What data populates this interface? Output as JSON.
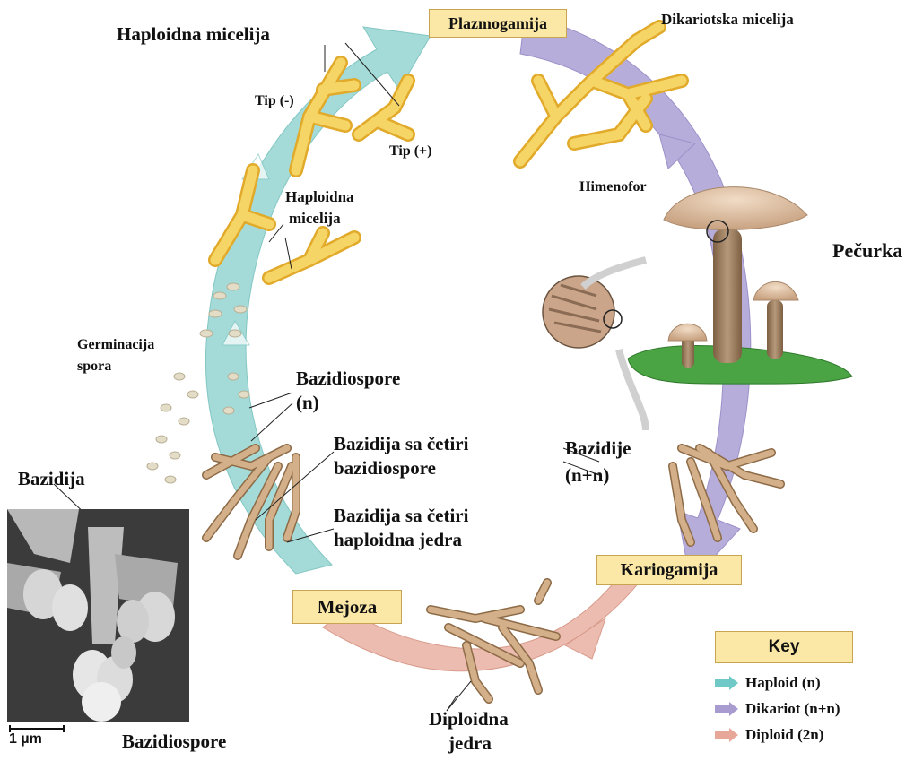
{
  "stages": {
    "plazmogamija": "Plazmogamija",
    "kariogamija": "Kariogamija",
    "mejoza": "Mejoza"
  },
  "labels": {
    "haploidna_micelija_top": "Haploidna micelija",
    "tip_minus": "Tip (-)",
    "tip_plus": "Tip (+)",
    "haploidna_mid_1": "Haploidna",
    "haploidna_mid_2": "micelija",
    "dikariotska_micelija": "Dikariotska micelija",
    "himenofor": "Himenofor",
    "pecurka": "Pečurka",
    "germinacija_1": "Germinacija",
    "germinacija_2": "spora",
    "bazidiospore_n_1": "Bazidiospore",
    "bazidiospore_n_2": "(n)",
    "bazidija_cetiri_spore_1": "Bazidija sa četiri",
    "bazidija_cetiri_spore_2": "bazidiospore",
    "bazidija_cetiri_jedra_1": "Bazidija sa četiri",
    "bazidija_cetiri_jedra_2": "haploidna jedra",
    "bazidije_1": "Bazidije",
    "bazidije_2": "(n+n)",
    "diploidna_1": "Diploidna",
    "diploidna_2": "jedra",
    "bazidija_micro": "Bazidija",
    "bazidiospore_micro": "Bazidiospore",
    "scale": "1 µm"
  },
  "key": {
    "title": "Key",
    "items": [
      {
        "label": "Haploid (n)",
        "color": "#6fc9c6"
      },
      {
        "label": "Dikariot (n+n)",
        "color": "#a79bd0"
      },
      {
        "label": "Diploid (2n)",
        "color": "#e7a89a"
      }
    ]
  },
  "colors": {
    "haploid": "#9ed8d6",
    "dikaryot": "#b2a8d8",
    "diploid": "#e9b3a6",
    "hyphae_yellow": "#f3c94a",
    "mushroom_cap": "#d9b89a",
    "mushroom_stem": "#9c7d5e",
    "grass": "#3c9a3a",
    "basidia": "#c9a57c"
  },
  "icons": [
    "haploid-arrow-icon",
    "dikaryot-arrow-icon",
    "diploid-arrow-icon",
    "mushroom-icon",
    "hyphae-icon",
    "basidia-icon"
  ]
}
